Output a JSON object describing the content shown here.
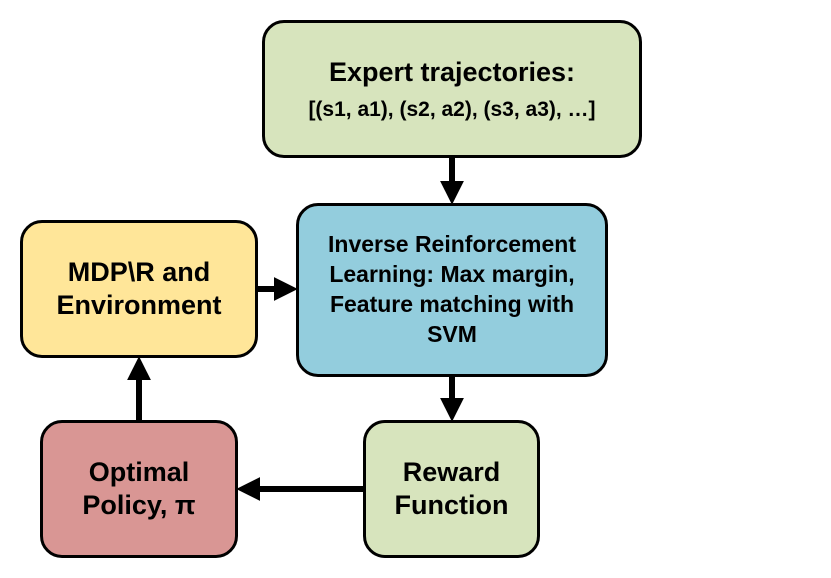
{
  "colors": {
    "expert_fill": "#d7e4bd",
    "irl_fill": "#93cddd",
    "mdp_fill": "#ffe699",
    "reward_fill": "#d7e4bd",
    "policy_fill": "#d99694",
    "stroke": "#000000"
  },
  "nodes": {
    "expert": {
      "line1": "Expert trajectories:",
      "line2": "[(s1, a1), (s2, a2), (s3, a3), …]"
    },
    "irl": {
      "line1": "Inverse Reinforcement",
      "line2": "Learning: Max margin,",
      "line3": "Feature matching with",
      "line4": "SVM"
    },
    "mdp": {
      "line1": "MDP\\R and",
      "line2": "Environment"
    },
    "reward": {
      "line1": "Reward",
      "line2": "Function"
    },
    "policy": {
      "line1": "Optimal",
      "line2": "Policy, π"
    }
  },
  "edges": [
    {
      "from": "expert",
      "to": "irl"
    },
    {
      "from": "mdp",
      "to": "irl"
    },
    {
      "from": "irl",
      "to": "reward"
    },
    {
      "from": "reward",
      "to": "policy"
    },
    {
      "from": "policy",
      "to": "mdp"
    }
  ]
}
